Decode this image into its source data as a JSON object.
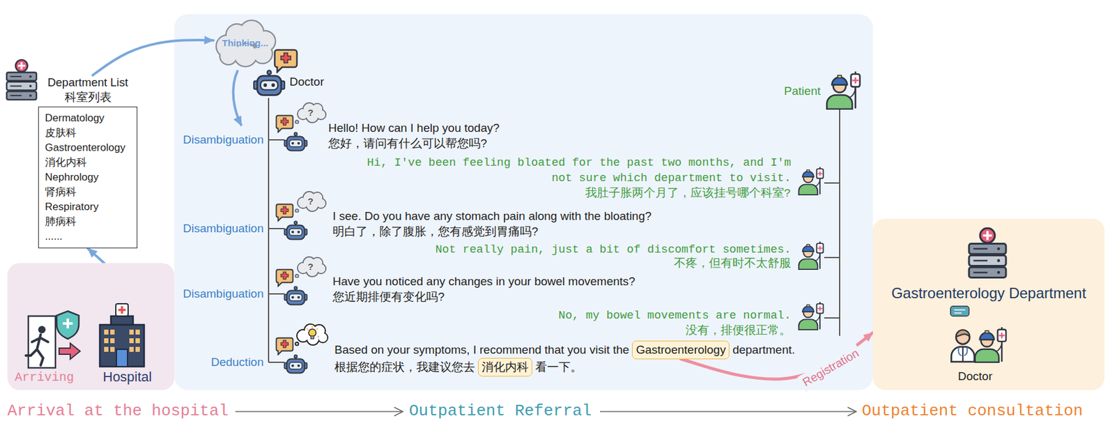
{
  "diagram": {
    "nodes": [
      {
        "text": [
          "Department List 科室列表",
          "Dermatology",
          "皮肤科",
          "Gastroenterology",
          "消化内科",
          "Nephrology",
          "肾病科",
          "Respiratory",
          "肺病科",
          "......"
        ]
      },
      {
        "text": [
          "Arriving",
          "Hospital"
        ]
      },
      {
        "text": [
          "Thinking..."
        ]
      },
      {
        "text": [
          "Gastroenterology"
        ]
      },
      {
        "text": [
          "消化内科"
        ]
      },
      {
        "text": [
          "Gastroenterology Department",
          "Doctor"
        ]
      }
    ],
    "edges": [
      {
        "from": 1,
        "to": 0,
        "arrow": "to"
      },
      {
        "from": 0,
        "to": 2,
        "arrow": "to"
      },
      {
        "from": 3,
        "to": 5,
        "label": "Registration",
        "arrow": "to"
      }
    ],
    "labels": [
      "Doctor",
      "?",
      "Disambiguation",
      "Hello! How can I help you today?",
      "您好，请问有什么可以帮您吗?",
      "Patient",
      "Hi, I've been feeling bloated for the past two months, and I'm not sure which department to visit.",
      "我肚子胀两个月了，应该挂号哪个科室?",
      "?",
      "Disambiguation",
      "I see. Do you have any stomach pain along with the bloating?",
      "明白了，除了腹胀，您有感觉到胃痛吗?",
      "Not really pain, just a bit of discomfort sometimes.",
      "不疼，但有时不太舒服",
      "?",
      "Disambiguation",
      "Have you noticed any changes in your bowel movements?",
      "您近期排便有变化吗?",
      "No, my bowel movements are normal.",
      "没有，排便很正常。",
      "Deduction",
      "Based on your symptoms, I recommend that you visit the",
      "department.",
      "根据您的症状，我建议您去",
      "看一下。",
      "Arrival at the hospital",
      "Outpatient Referral",
      "Outpatient consultation"
    ]
  }
}
